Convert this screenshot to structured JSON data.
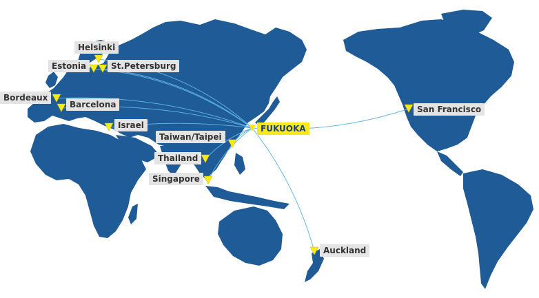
{
  "hub": {
    "name": "FUKUOKA"
  },
  "cities": [
    {
      "id": "helsinki",
      "name": "Helsinki"
    },
    {
      "id": "estonia",
      "name": "Estonia"
    },
    {
      "id": "stpetersburg",
      "name": "St.Petersburg"
    },
    {
      "id": "bordeaux",
      "name": "Bordeaux"
    },
    {
      "id": "barcelona",
      "name": "Barcelona"
    },
    {
      "id": "israel",
      "name": "Israel"
    },
    {
      "id": "taiwan",
      "name": "Taiwan/Taipei"
    },
    {
      "id": "thailand",
      "name": "Thailand"
    },
    {
      "id": "singapore",
      "name": "Singapore"
    },
    {
      "id": "auckland",
      "name": "Auckland"
    },
    {
      "id": "sanfrancisco",
      "name": "San Francisco"
    }
  ],
  "colors": {
    "ocean": "#ffffff",
    "land": "#1f5b97",
    "route": "#5fb3e6",
    "marker": "#f7ea16",
    "label_bg": "#e4e4e4",
    "hub_bg": "#f7ea16"
  }
}
